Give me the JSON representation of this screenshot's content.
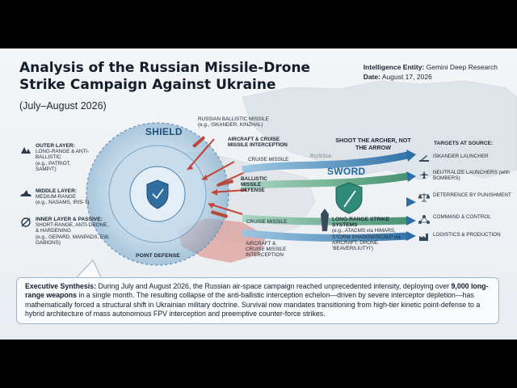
{
  "header": {
    "title": "Analysis of the Russian Missile-Drone Strike Campaign Against Ukraine",
    "subtitle": "(July–August 2026)",
    "entity_label": "Intelligence Entity:",
    "entity_value": "Gemini Deep Research",
    "date_label": "Date:",
    "date_value": "August 17, 2026"
  },
  "shield": {
    "heading": "SHIELD",
    "outer_title": "OUTER LAYER:",
    "outer_text": "LONG-RANGE & ANTI-BALLISTIC",
    "outer_examples": "(e.g., PATRIOT, SAMP/T)",
    "middle_title": "MIDDLE LAYER:",
    "middle_text": "MEDIUM-RANGE",
    "middle_examples": "(e.g., NASAMS, IRIS-T)",
    "inner_title": "INNER LAYER & PASSIVE:",
    "inner_text": "SHORT-RANGE, ANTI-DRONE, & HARDENING",
    "inner_examples": "(e.g., GEPARD, MANPADS, EW, GABIONS)",
    "point_defense": "POINT DEFENSE"
  },
  "threats": {
    "ballistic": "RUSSIAN BALLISTIC MISSILE",
    "ballistic_examples": "(e.g., ISKANDER, KINZHAL)",
    "aircraft_top": "AIRCRAFT & CRUISE MISSILE INTERCEPTION",
    "cruise_top": "CRUISE MISSILE",
    "ballistic_defense": "BALLISTIC MISSILE DEFENSE",
    "cruise_bottom": "CRUISE MISSILE",
    "aircraft_bottom": "AIRCRAFT & CRUISE MISSILE INTERCEPTION"
  },
  "sword": {
    "heading": "SWORD",
    "russia": "RUSSIA",
    "motto": "SHOOT THE ARCHER, NOT THE ARROW",
    "systems_title": "LONG-RANGE STRIKE SYSTEMS",
    "systems_text": "(e.g., ATACMS via HIMARS, STORM SHADOW/SCALP via AIRCRAFT, DRONE 'BEAVER/LIUTYI')",
    "targets_title": "TARGETS AT SOURCE:",
    "targets": [
      {
        "label": "ISKANDER LAUNCHER",
        "icon": "launcher-icon"
      },
      {
        "label": "NEUTRALIZE LAUNCHERS (with BOMBERS)",
        "icon": "bomber-icon"
      },
      {
        "label": "DETERRENCE BY PUNISHMENT",
        "icon": "scales-icon"
      },
      {
        "label": "COMMAND & CONTROL",
        "icon": "network-icon"
      },
      {
        "label": "LOGISTICS & PRODUCTION",
        "icon": "factory-icon"
      }
    ]
  },
  "summary": {
    "lead": "Executive Synthesis:",
    "text_1": " During July and August 2026, the Russian air-space campaign reached unprecedented intensity, deploying over ",
    "emph": "9,000 long-range weapons",
    "text_2": " in a single month. The resulting collapse of the anti-ballistic interception echelon—driven by severe interceptor depletion—has mathematically forced a structural shift in Ukrainian military doctrine. Survival now mandates transitioning from high-tier kinetic point-defense to a hybrid architecture of mass autonomous FPV interception and preemptive counter-force strikes."
  },
  "colors": {
    "shield_blue": "#2f6e9e",
    "threat_red": "#c0453a",
    "sword_blue": "#2b7cb8",
    "sword_green": "#3f8f6a",
    "text_dark": "#141e2b"
  }
}
